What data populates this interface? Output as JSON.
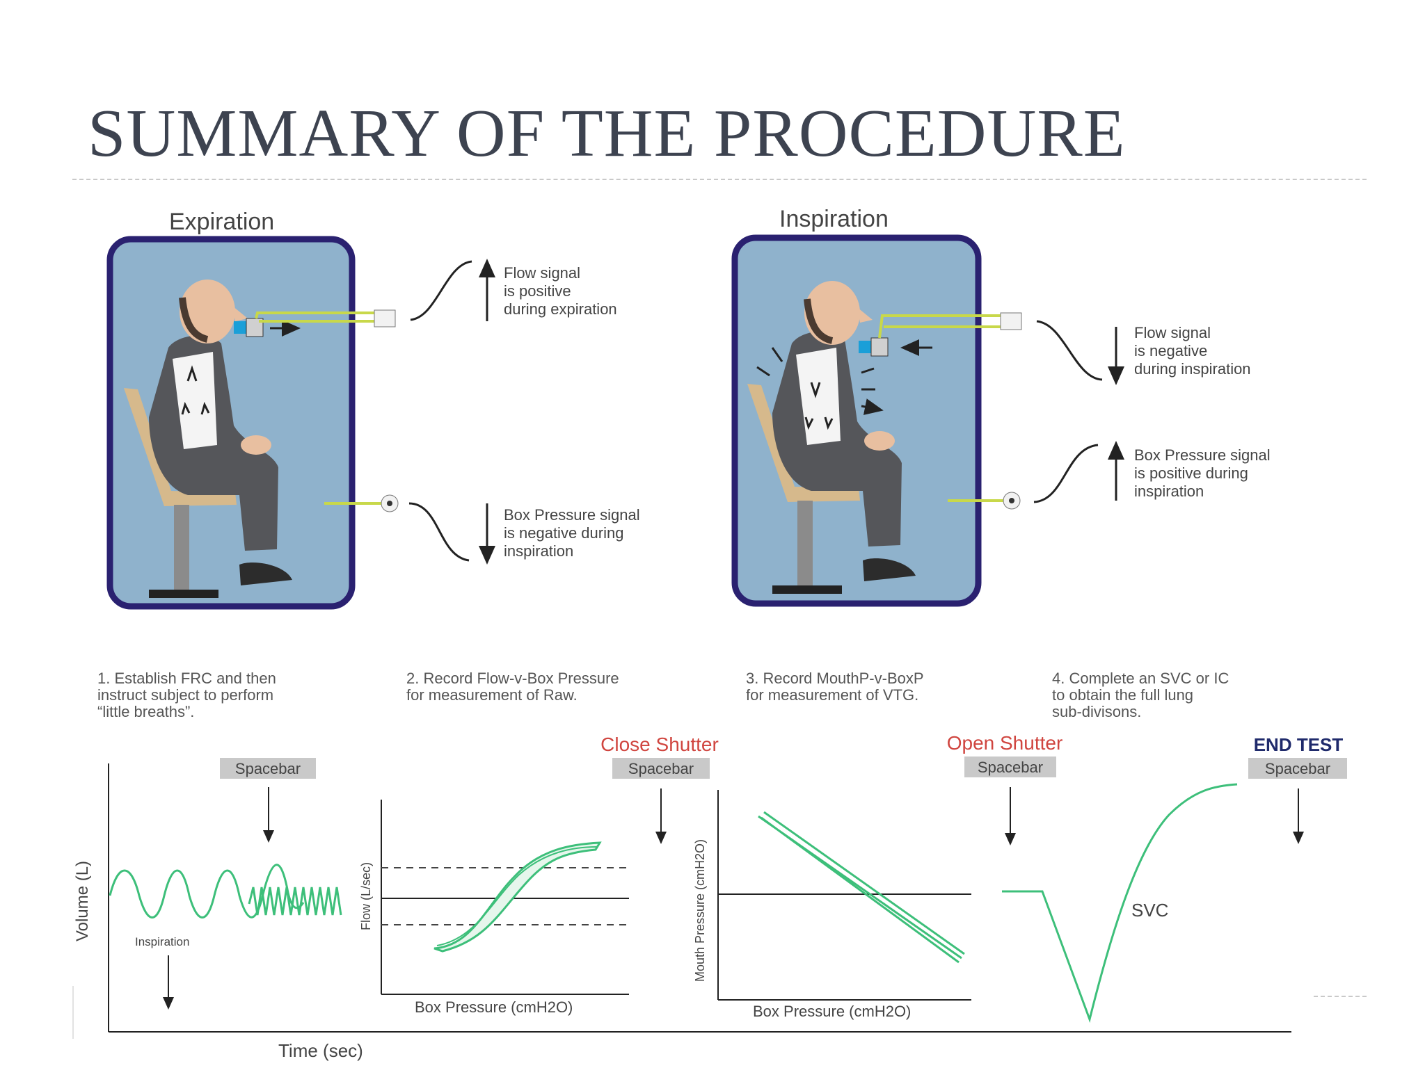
{
  "slide": {
    "title": "SUMMARY OF THE PROCEDURE"
  },
  "panels": {
    "expiration": {
      "heading": "Expiration",
      "flow_note": [
        "Flow signal",
        "is positive",
        "during expiration"
      ],
      "box_note": [
        "Box Pressure signal",
        "is negative during",
        "inspiration"
      ]
    },
    "inspiration": {
      "heading": "Inspiration",
      "flow_note": [
        "Flow signal",
        "is negative",
        "during inspiration"
      ],
      "box_note": [
        "Box Pressure signal",
        "is positive during",
        "inspiration"
      ]
    }
  },
  "steps": [
    {
      "text": "1. Establish FRC and then\n    instruct subject to perform\n    “little breaths”."
    },
    {
      "text": "2. Record Flow-v-Box Pressure\n    for measurement of Raw."
    },
    {
      "text": "3. Record MouthP-v-BoxP\n    for measurement of VTG."
    },
    {
      "text": "4. Complete an SVC or IC\n    to obtain the full lung\n    sub-divisons."
    }
  ],
  "graph": {
    "events": {
      "spacebar_1": "Spacebar",
      "close_shutter": "Close Shutter",
      "spacebar_2": "Spacebar",
      "open_shutter": "Open Shutter",
      "spacebar_3": "Spacebar",
      "end_test": "END TEST",
      "spacebar_4": "Spacebar"
    },
    "volume_axis": "Volume (L)",
    "inspiration_label": "Inspiration",
    "time_axis": "Time (sec)",
    "flow_axis": "Flow (L/sec)",
    "box_pressure_axis_1": "Box Pressure (cmH2O)",
    "mouth_pressure_axis": "Mouth Pressure (cmH2O)",
    "box_pressure_axis_2": "Box Pressure (cmH2O)",
    "svc_label": "SVC"
  },
  "colors": {
    "booth_fill": "#8fb2cc",
    "booth_border": "#2a2170",
    "trace_green": "#3dbf7a",
    "shutter_red": "#d0453f",
    "end_test_navy": "#1f2a6b",
    "spacebar_box": "#c9c9c9"
  }
}
